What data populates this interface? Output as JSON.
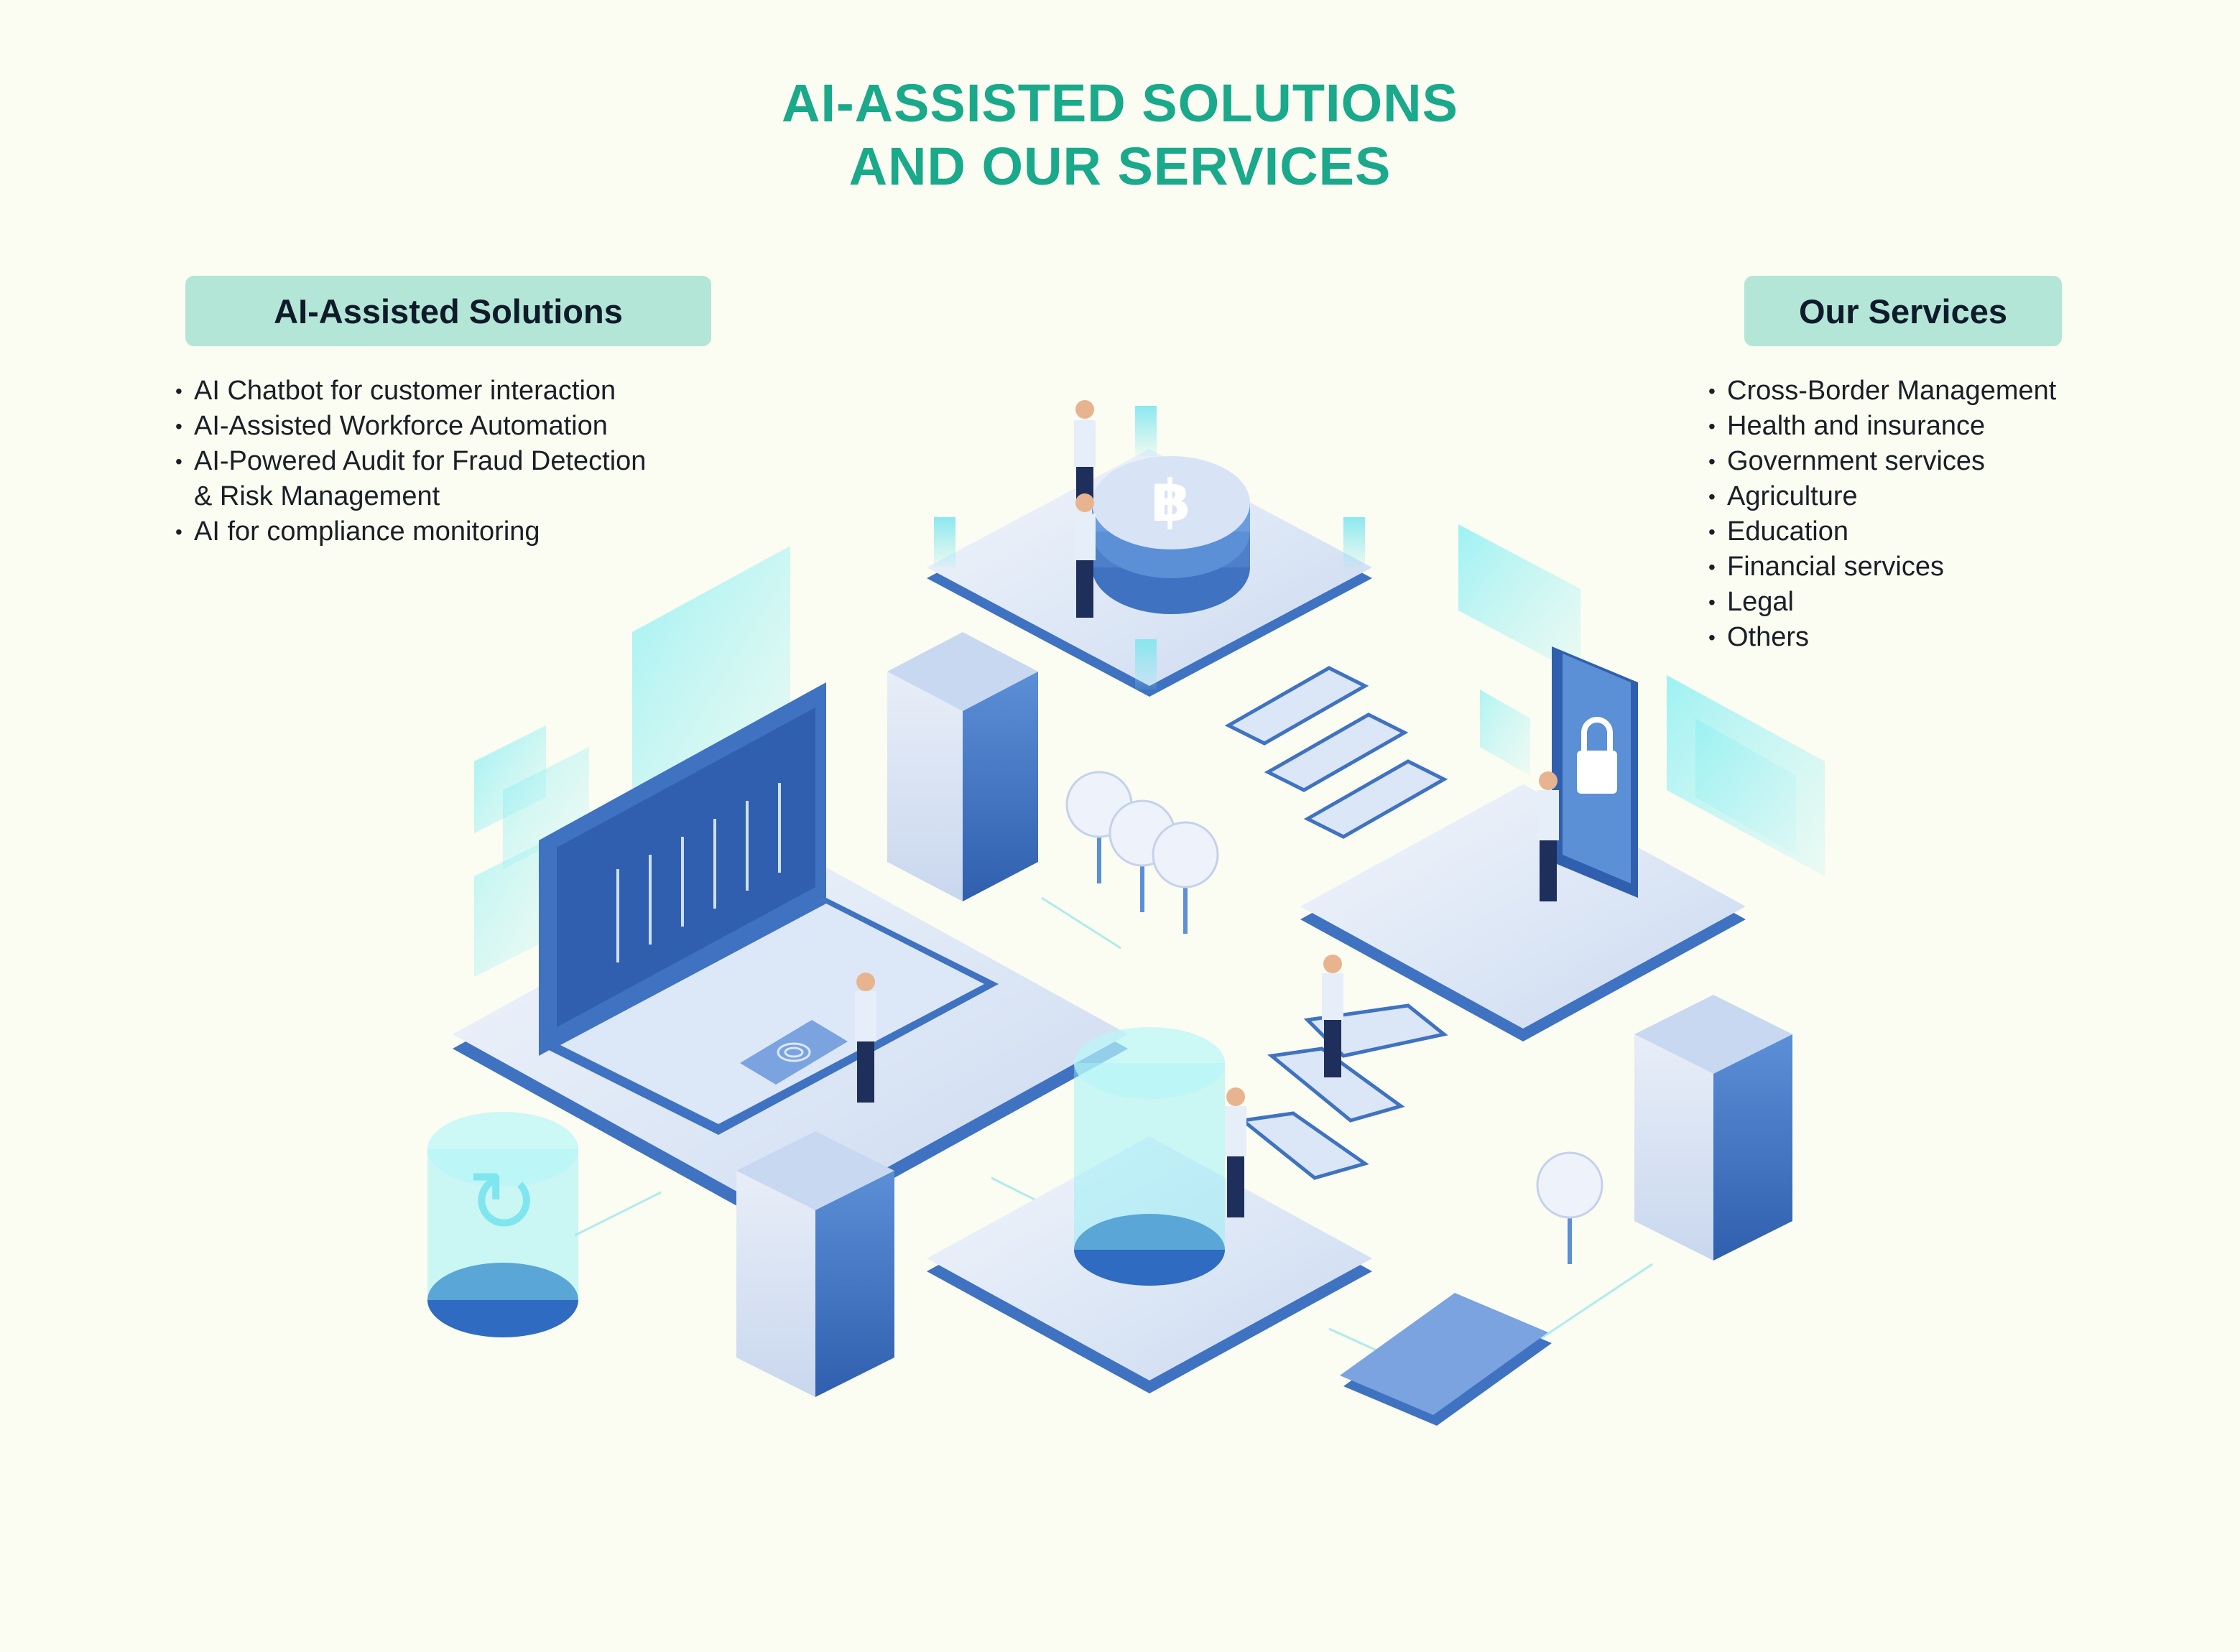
{
  "title": {
    "line1": "AI-ASSISTED SOLUTIONS",
    "line2": "AND OUR SERVICES"
  },
  "left_panel": {
    "heading": "AI-Assisted Solutions",
    "items": [
      "AI Chatbot for customer interaction",
      "AI-Assisted Workforce Automation",
      "AI-Powered Audit for Fraud Detection",
      "& Risk Management",
      "AI for compliance monitoring"
    ]
  },
  "right_panel": {
    "heading": "Our Services",
    "items": [
      "Cross-Border Management",
      "Health and insurance",
      "Government services",
      "Agriculture",
      "Education",
      "Financial services",
      "Legal",
      "Others"
    ]
  },
  "colors": {
    "background": "#fbfcf2",
    "title": "#1aa98a",
    "pill": "#b3e6d6",
    "platform": "#dde8f6",
    "platform_edge": "#3f72c1",
    "glow": "#7fe6ef"
  },
  "illustration": {
    "icons": [
      "bitcoin-coin-icon",
      "padlock-icon",
      "fingerprint-icon",
      "refresh-icon",
      "chart-icon"
    ]
  }
}
